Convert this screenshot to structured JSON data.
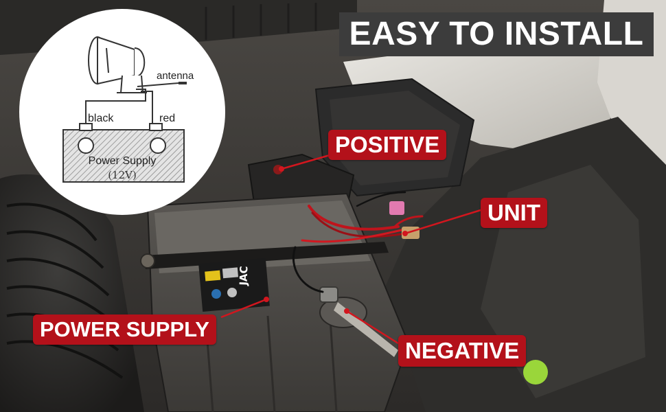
{
  "header": {
    "title": "EASY TO INSTALL"
  },
  "callouts": {
    "positive": "POSITIVE",
    "unit": "UNIT",
    "power_supply": "POWER SUPPLY",
    "negative": "NEGATIVE"
  },
  "diagram": {
    "antenna": "antenna",
    "black": "black",
    "red": "red",
    "supply_name": "Power Supply",
    "supply_voltage": "(12V)"
  },
  "battery": {
    "brand": "JAC"
  },
  "colors": {
    "callout": "#b3111a",
    "title_bg": "#3c3c3c"
  }
}
